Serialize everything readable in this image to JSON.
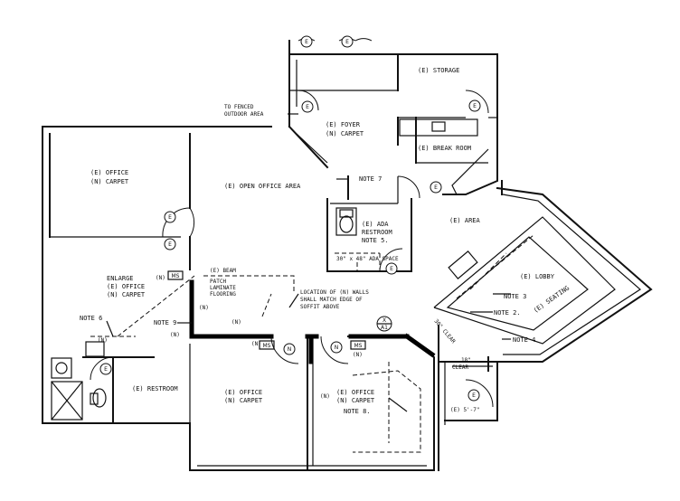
{
  "rooms": {
    "storage": "(E) STORAGE",
    "foyer": "(E) FOYER",
    "foyer_floor": "(N) CARPET",
    "break_room": "(E) BREAK ROOM",
    "office_tl": "(E) OFFICE",
    "office_tl_floor": "(N) CARPET",
    "open_office": "(E) OPEN OFFICE AREA",
    "ada_restroom_1": "(E) ADA",
    "ada_restroom_2": "RESTROOM",
    "ada_space": "30\" x 48\" ADA SPACE",
    "area": "(E) AREA",
    "lobby": "(E) LOBBY",
    "seating": "(E) SEATING",
    "enlarge_office_1": "ENLARGE",
    "enlarge_office_2": "(E) OFFICE",
    "enlarge_office_floor": "(N) CARPET",
    "restroom": "(E) RESTROOM",
    "office_bottom": "(E) OFFICE",
    "office_bottom_floor": "(N) CARPET",
    "office_br": "(E) OFFICE",
    "office_br_floor": "(N) CARPET"
  },
  "notes": {
    "fenced_1": "TO FENCED",
    "fenced_2": "OUTDOOR AREA",
    "note_7": "NOTE 7",
    "note_5": "NOTE 5.",
    "note_6": "NOTE 6",
    "note_9": "NOTE 9",
    "note_3": "NOTE 3",
    "note_2": "NOTE 2.",
    "note_4": "NOTE 4",
    "note_8": "NOTE 8.",
    "beam": "(E) BEAM",
    "patch_1": "PATCH",
    "patch_2": "LAMINATE",
    "patch_3": "FLOORING",
    "location_1": "LOCATION OF (N) WALLS",
    "location_2": "SHALL MATCH EDGE OF",
    "location_3": "SOFFIT ABOVE",
    "clear_18": "18\"",
    "clear_word": "CLEAR",
    "clear_30": "30\" CLEAR",
    "dim_57": "(E) 5'-7\"",
    "ms": "MS",
    "n_tag": "(N)",
    "section_top": "X",
    "section_bottom": "A1"
  },
  "tags": {
    "existing": "E",
    "new": "N"
  }
}
